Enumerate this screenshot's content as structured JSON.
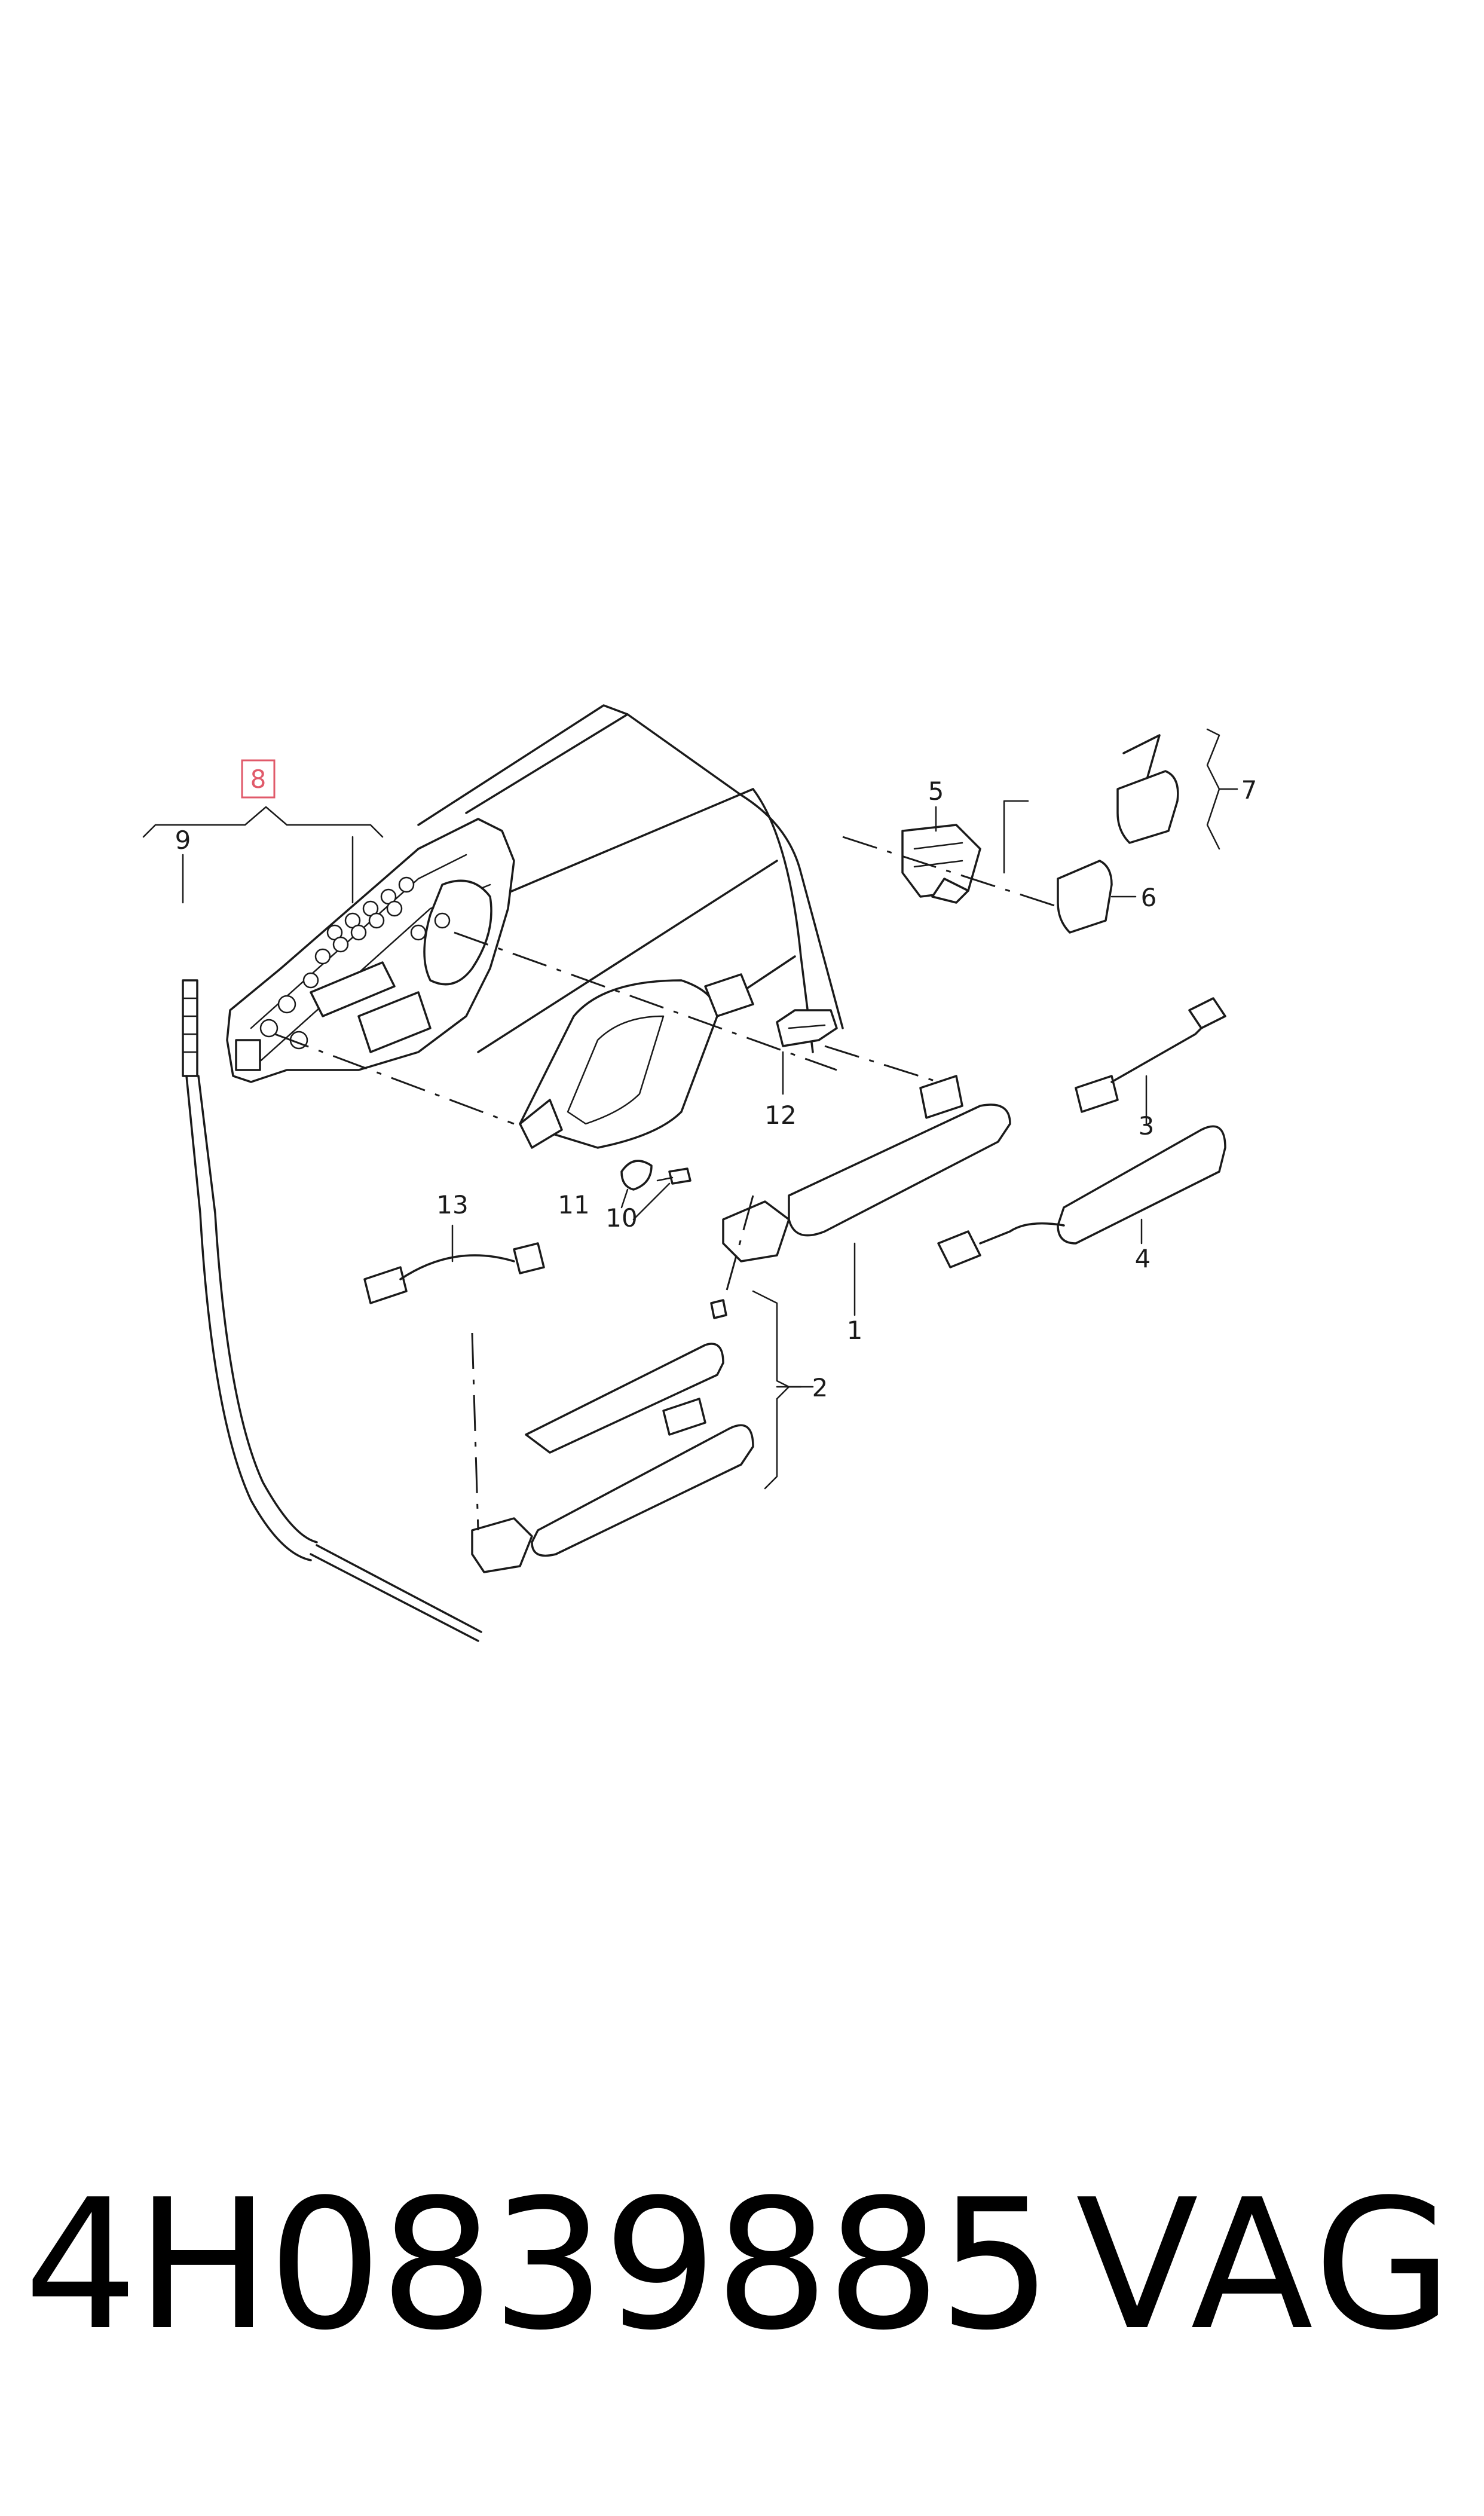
{
  "diagram": {
    "highlight_color": "#e05a6a",
    "callouts": {
      "c1": "1",
      "c2": "2",
      "c3": "3",
      "c4": "4",
      "c5": "5",
      "c6": "6",
      "c7": "7",
      "c8": "8",
      "c9": "9",
      "c10": "10",
      "c11": "11",
      "c12": "12",
      "c13": "13"
    }
  },
  "footer": {
    "part_number": "4H0839885",
    "brand": "VAG"
  }
}
